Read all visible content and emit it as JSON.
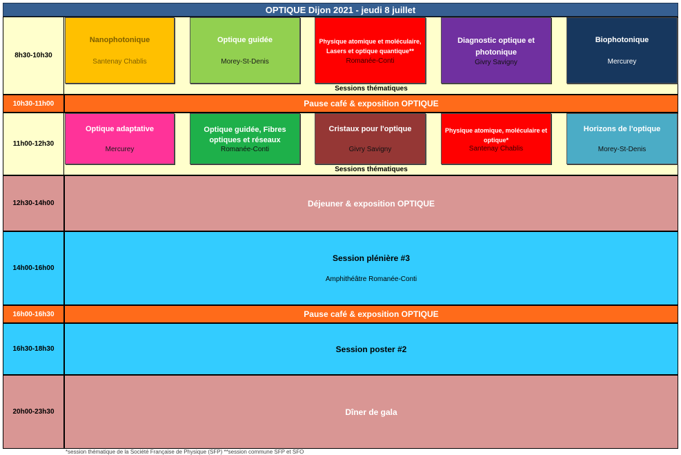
{
  "title": "OPTIQUE Dijon 2021 - jeudi 8 juillet",
  "slots": {
    "s1": "8h30-10h30",
    "s2": "10h30-11h00",
    "s3": "11h00-12h30",
    "s4": "12h30-14h00",
    "s5": "14h00-16h00",
    "s6": "16h00-16h30",
    "s7": "16h30-18h30",
    "s8": "20h00-23h30"
  },
  "morning_sessions": [
    {
      "title": "Nanophotonique",
      "room": "Santenay Chablis",
      "color": "#ffc000"
    },
    {
      "title": "Optique guidée",
      "room": "Morey-St-Denis",
      "color": "#92d050"
    },
    {
      "title": "Physique atomique et moléculaire, Lasers et optique quantique**",
      "room": "Romanée-Conti",
      "color": "#ff0000"
    },
    {
      "title": "Diagnostic optique et photonique",
      "room": "Givry Savigny",
      "color": "#7030a0"
    },
    {
      "title": "Biophotonique",
      "room": "Mercurey",
      "color": "#17375e"
    }
  ],
  "late_sessions": [
    {
      "title": "Optique adaptative",
      "room": "Mercurey",
      "color": "#ff3399"
    },
    {
      "title": "Optique guidée, Fibres optiques et réseaux",
      "room": "Romanée-Conti",
      "color": "#1eb04a"
    },
    {
      "title": "Cristaux pour l'optique",
      "room": "Givry Savigny",
      "color": "#953735"
    },
    {
      "title": "Physique atomique, moléculaire et optique*",
      "room": "Santenay Chablis",
      "color": "#ff0000"
    },
    {
      "title": "Horizons de l'optique",
      "room": "Morey-St-Denis",
      "color": "#4bacc6"
    }
  ],
  "sessions_label": "Sessions thématiques",
  "pause": "Pause café & exposition OPTIQUE",
  "lunch": "Déjeuner & exposition OPTIQUE",
  "plenary": {
    "title": "Session plénière #3",
    "room": "Amphithéâtre Romanée-Conti"
  },
  "poster": "Session poster #2",
  "dinner": "Dîner de gala",
  "footnote": "*session thématique de la Société Française de Physique (SFP)          **session commune SFP et SFO"
}
